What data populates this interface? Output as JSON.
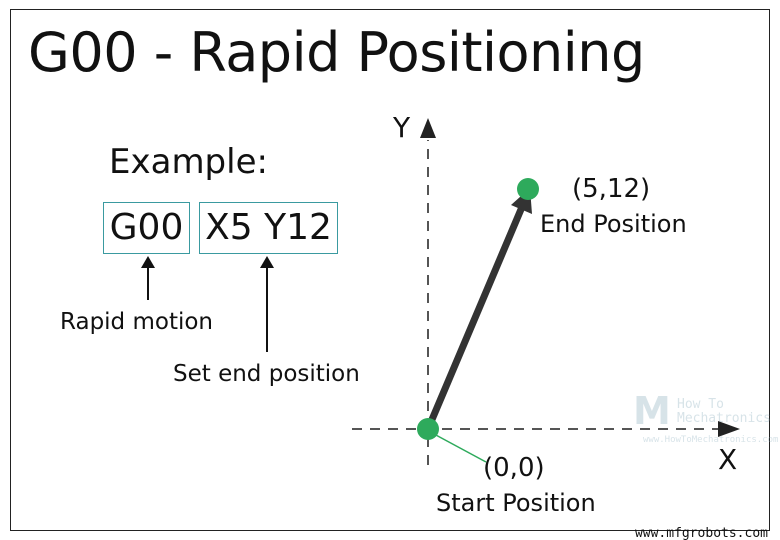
{
  "title": "G00 - Rapid Positioning",
  "example": {
    "label": "Example:",
    "command_code": "G00",
    "coordinates_code": "X5 Y12",
    "command_note": "Rapid motion",
    "coordinates_note": "Set end position"
  },
  "axes": {
    "x_label": "X",
    "y_label": "Y"
  },
  "points": {
    "end_coordinates": "(5,12)",
    "end_label": "End Position",
    "start_coordinates": "(0,0)",
    "start_label": "Start Position",
    "point_color": "#2eaa5c"
  },
  "colors": {
    "box_border": "#3a9aa0",
    "arrow": "#333333",
    "axis": "#555555"
  },
  "watermark": {
    "logo": "M",
    "name_line1": "How To",
    "name_line2": "Mechatronics",
    "url": "www.HowToMechatronics.com"
  },
  "credit": "www.mfgrobots.com"
}
